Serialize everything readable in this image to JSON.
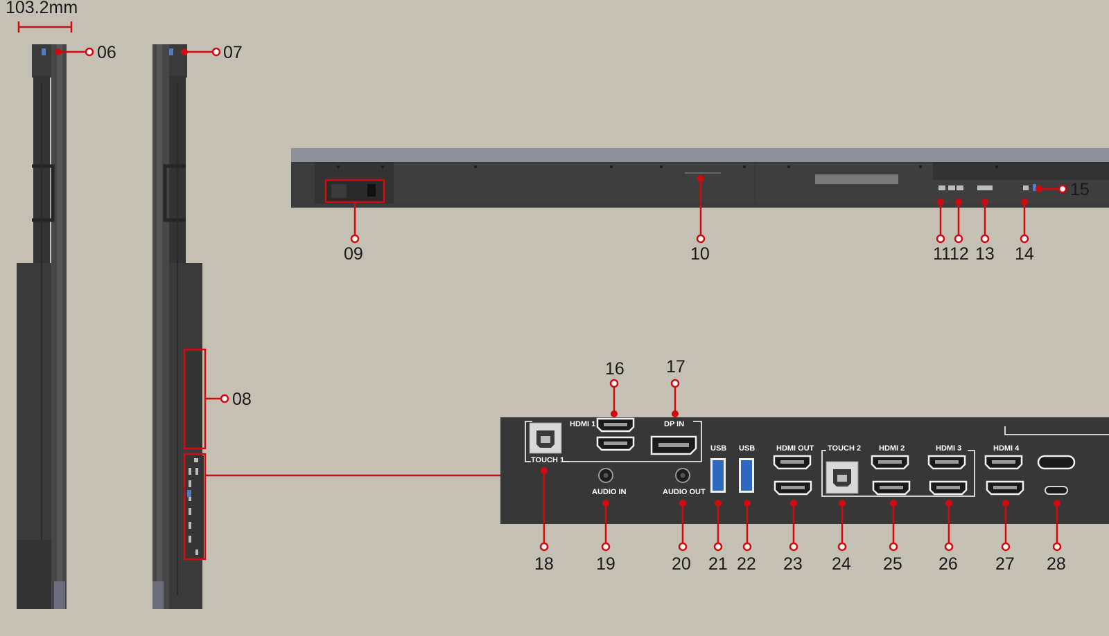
{
  "dimension_label": "103.2mm",
  "callouts": {
    "c06": "06",
    "c07": "07",
    "c08": "08",
    "c09": "09",
    "c10": "10",
    "c11": "11",
    "c12": "12",
    "c13": "13",
    "c14": "14",
    "c15": "15",
    "c16": "16",
    "c17": "17",
    "c18": "18",
    "c19": "19",
    "c20": "20",
    "c21": "21",
    "c22": "22",
    "c23": "23",
    "c24": "24",
    "c25": "25",
    "c26": "26",
    "c27": "27",
    "c28": "28"
  },
  "ports": {
    "hdmi1": "HDMI 1",
    "dp_in": "DP IN",
    "touch1": "TOUCH 1",
    "audio_in": "AUDIO IN",
    "audio_out": "AUDIO OUT",
    "usb_a": "USB",
    "usb_b": "USB",
    "hdmi_out": "HDMI OUT",
    "touch2": "TOUCH 2",
    "hdmi2": "HDMI 2",
    "hdmi3": "HDMI 3",
    "hdmi4": "HDMI 4"
  },
  "colors": {
    "background": "#c5c0b4",
    "device": "#3b3b3b",
    "device_dark": "#2c2c2c",
    "callout": "#d10a0f",
    "trim": "#8c8e98"
  }
}
